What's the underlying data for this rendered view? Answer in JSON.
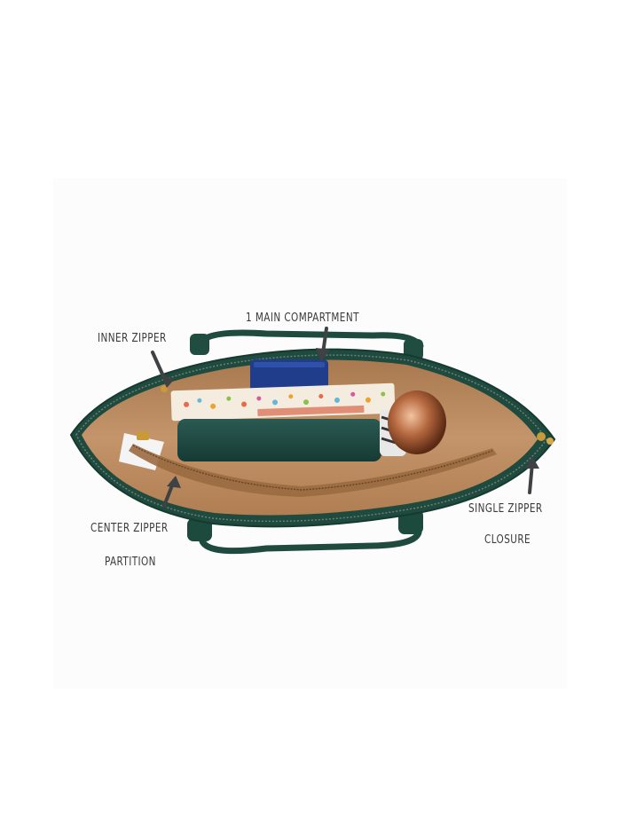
{
  "image": {
    "subject": "Green tote bag, top-down interior view",
    "colors": {
      "background": "#ffffff",
      "panel": "#fcfcfc",
      "bag_green": "#1f4a3e",
      "lining_tan": "#b8875a",
      "label_text": "#3b3b3b",
      "arrow": "#3f4244",
      "zipper_gold": "#c99a3a"
    }
  },
  "annotations": [
    {
      "id": "inner-zipper",
      "text": "INNER ZIPPER"
    },
    {
      "id": "main-compartment",
      "text": "1 MAIN COMPARTMENT"
    },
    {
      "id": "center-zipper",
      "line1": "CENTER ZIPPER",
      "line2": "PARTITION"
    },
    {
      "id": "single-zipper",
      "line1": "SINGLE ZIPPER",
      "line2": "CLOSURE"
    }
  ],
  "contents": [
    "blue phone/power bank",
    "floral notebook",
    "green pouch",
    "copper water bottle",
    "white tissue/card"
  ]
}
